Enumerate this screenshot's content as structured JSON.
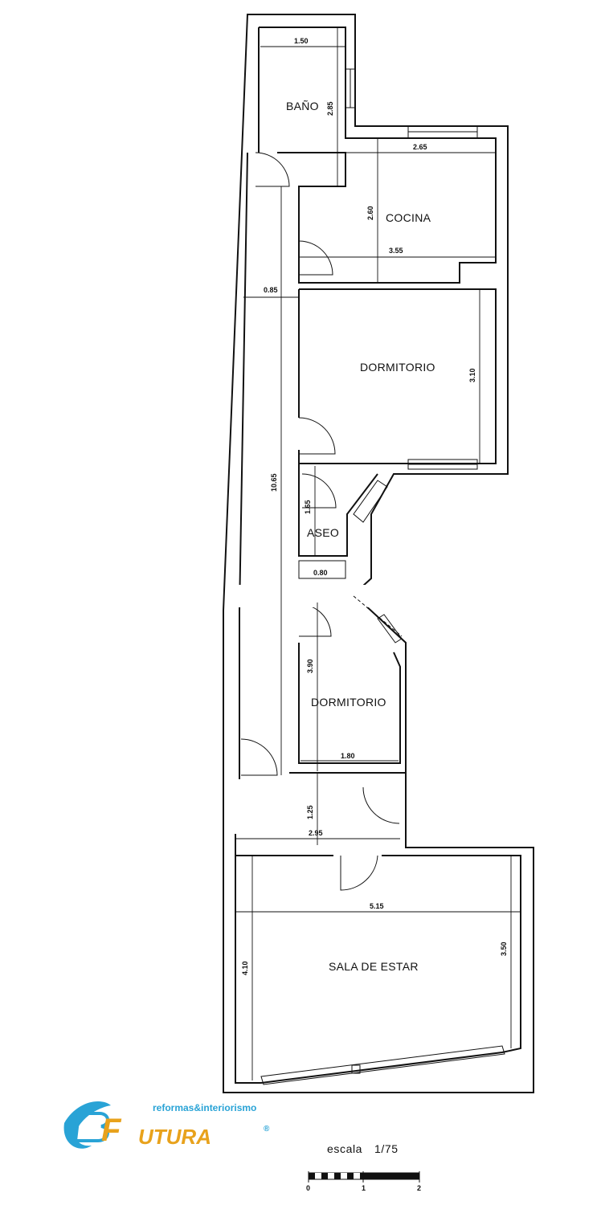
{
  "rooms": {
    "bano": "BAÑO",
    "cocina": "COCINA",
    "dormitorio_1": "DORMITORIO",
    "aseo": "ASEO",
    "dormitorio_2": "DORMITORIO",
    "sala": "SALA DE ESTAR"
  },
  "dimensions": {
    "bano_width": "1.50",
    "bano_height": "2.85",
    "cocina_width": "2.65",
    "cocina_height": "2.60",
    "cocina_width_total": "3.55",
    "pasillo_width": "0.85",
    "dormitorio_1_height": "3.10",
    "pasillo_length": "10.65",
    "aseo_height": "1.65",
    "aseo_width": "0.80",
    "dormitorio_2_height": "3.90",
    "dormitorio_2_width": "1.80",
    "vestibulo_height": "1.25",
    "vestibulo_width": "2.95",
    "sala_width": "5.15",
    "sala_height_left": "4.10",
    "sala_height_right": "3.50"
  },
  "scale": {
    "label": "escala",
    "ratio": "1/75",
    "ticks": [
      "0",
      "1",
      "2"
    ]
  },
  "logo": {
    "tagline": "reformas&interiorismo",
    "word": "UTURA",
    "initial": "F",
    "mark": "®"
  },
  "colors": {
    "logo_blue": "#29a3d6",
    "logo_orange": "#e8a21c",
    "ink": "#111111"
  }
}
